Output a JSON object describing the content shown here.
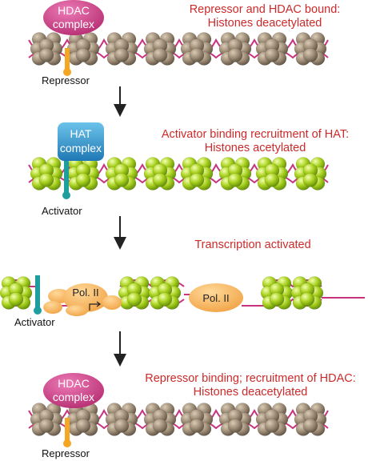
{
  "colors": {
    "caption": "#cc2a2a",
    "hdac": "#c8337d",
    "hat": "#2f8fc6",
    "repressor": "#f5a623",
    "activator": "#1f9e9e",
    "histone_deacetylated": "#8f7f6c",
    "histone_acetylated": "#9ac316",
    "dna": "#c8337d",
    "pol_ii": "#f7b760"
  },
  "steps": [
    {
      "caption_line1": "Repressor and HDAC bound:",
      "caption_line2": "Histones deacetylated",
      "complex_line1": "HDAC",
      "complex_line2": "complex",
      "factor": "Repressor"
    },
    {
      "caption_line1": "Activator binding recruitment of HAT:",
      "caption_line2": "Histones acetylated",
      "complex_line1": "HAT",
      "complex_line2": "complex",
      "factor": "Activator"
    },
    {
      "caption_line1": "Transcription activated",
      "polymerase_label": "Pol. II",
      "factor": "Activator"
    },
    {
      "caption_line1": "Repressor binding; recruitment of HDAC:",
      "caption_line2": "Histones deacetylated",
      "complex_line1": "HDAC",
      "complex_line2": "complex",
      "factor": "Repressor"
    }
  ]
}
